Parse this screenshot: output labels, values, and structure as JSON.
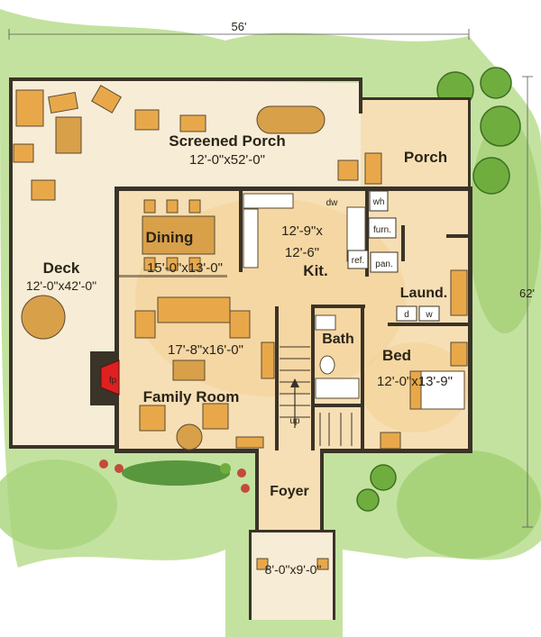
{
  "dimensions": {
    "top": "56'",
    "right": "62'"
  },
  "rooms": {
    "screened_porch": {
      "name": "Screened Porch",
      "size": "12'-0\"x52'-0\""
    },
    "porch": {
      "name": "Porch"
    },
    "deck": {
      "name": "Deck",
      "size": "12'-0\"x42'-0\""
    },
    "dining": {
      "name": "Dining",
      "size": "15'-0\"x13'-0\""
    },
    "kitchen": {
      "name": "Kit.",
      "size_line1": "12'-9\"x",
      "size_line2": "12'-6\""
    },
    "laundry": {
      "name": "Laund."
    },
    "bath": {
      "name": "Bath"
    },
    "bed": {
      "name": "Bed",
      "size": "12'-0\"x13'-9\""
    },
    "family_room": {
      "name": "Family Room",
      "size": "17'-8\"x16'-0\""
    },
    "foyer": {
      "name": "Foyer"
    },
    "entry": {
      "size": "8'-0\"x9'-0\""
    }
  },
  "fixtures": {
    "fireplace": "fp",
    "water_heater": "wh",
    "furnace": "furn.",
    "refrigerator": "ref.",
    "pantry": "pan.",
    "dishwasher": "dw",
    "washer": "w",
    "dryer": "d",
    "stairs_up": "up"
  },
  "colors": {
    "floor": "#f6dfb4",
    "deck": "#f7ecd6",
    "wall": "#3a3328",
    "furniture": "#e8a84a",
    "lawn": "#a9d47c",
    "fireplace": "#e02020"
  }
}
